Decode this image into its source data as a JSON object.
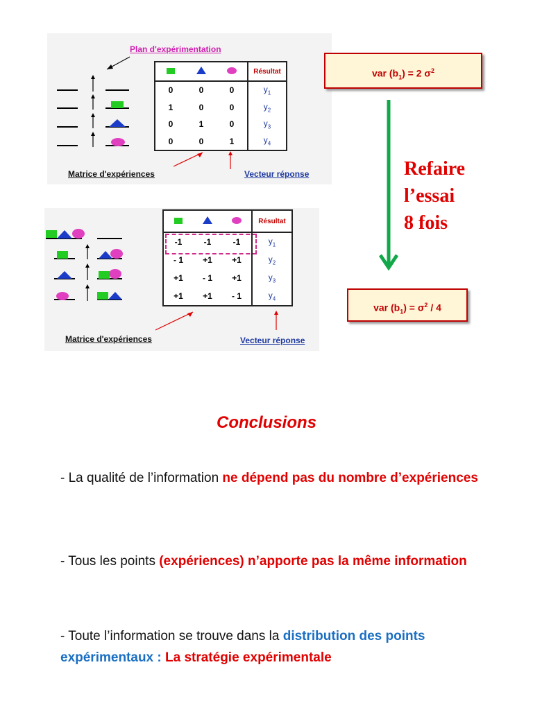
{
  "top_figure": {
    "plan_label": "Plan d'expérimentation",
    "matrix_caption": "Matrice d'expériences",
    "response_caption": "Vecteur réponse",
    "result_header": "Résultat",
    "rows": [
      {
        "cells": [
          "0",
          "0",
          "0"
        ],
        "y": "y",
        "sub": "1"
      },
      {
        "cells": [
          "1",
          "0",
          "0"
        ],
        "y": "y",
        "sub": "2"
      },
      {
        "cells": [
          "0",
          "1",
          "0"
        ],
        "y": "y",
        "sub": "3"
      },
      {
        "cells": [
          "0",
          "0",
          "1"
        ],
        "y": "y",
        "sub": "4"
      }
    ]
  },
  "bottom_figure": {
    "matrix_caption": "Matrice d'expériences",
    "response_caption": "Vecteur réponse",
    "result_header": "Résultat",
    "rows": [
      {
        "cells": [
          "-1",
          "-1",
          "-1"
        ],
        "y": "y",
        "sub": "1"
      },
      {
        "cells": [
          "- 1",
          "+1",
          "+1"
        ],
        "y": "y",
        "sub": "2"
      },
      {
        "cells": [
          "+1",
          "- 1",
          "+1"
        ],
        "y": "y",
        "sub": "3"
      },
      {
        "cells": [
          "+1",
          "+1",
          "- 1"
        ],
        "y": "y",
        "sub": "4"
      }
    ]
  },
  "var_box_top": {
    "prefix": "var (b",
    "sub": "1",
    "mid": ") =  2 σ",
    "sup": "2"
  },
  "var_box_bottom": {
    "prefix": "var (b",
    "sub": "1",
    "mid": ") = σ",
    "sup": "2",
    "suffix": " / 4"
  },
  "refaire": [
    "Refaire",
    "l’essai",
    "8 fois"
  ],
  "colors": {
    "accent_red": "#e00000",
    "accent_blue": "#1a6fc2",
    "arrow_green": "#12a84a"
  },
  "conclusions": {
    "title": "Conclusions",
    "p1": {
      "a": "- La qualité de l’information ",
      "b": "ne dépend pas du nombre d’expériences"
    },
    "p2": {
      "a": "- Tous les points ",
      "b": "(expériences) n’apporte pas la même information"
    },
    "p3": {
      "a": "- Toute l’information se trouve dans la ",
      "b": "distribution des points expérimentaux : ",
      "c": "La stratégie expérimentale"
    }
  }
}
